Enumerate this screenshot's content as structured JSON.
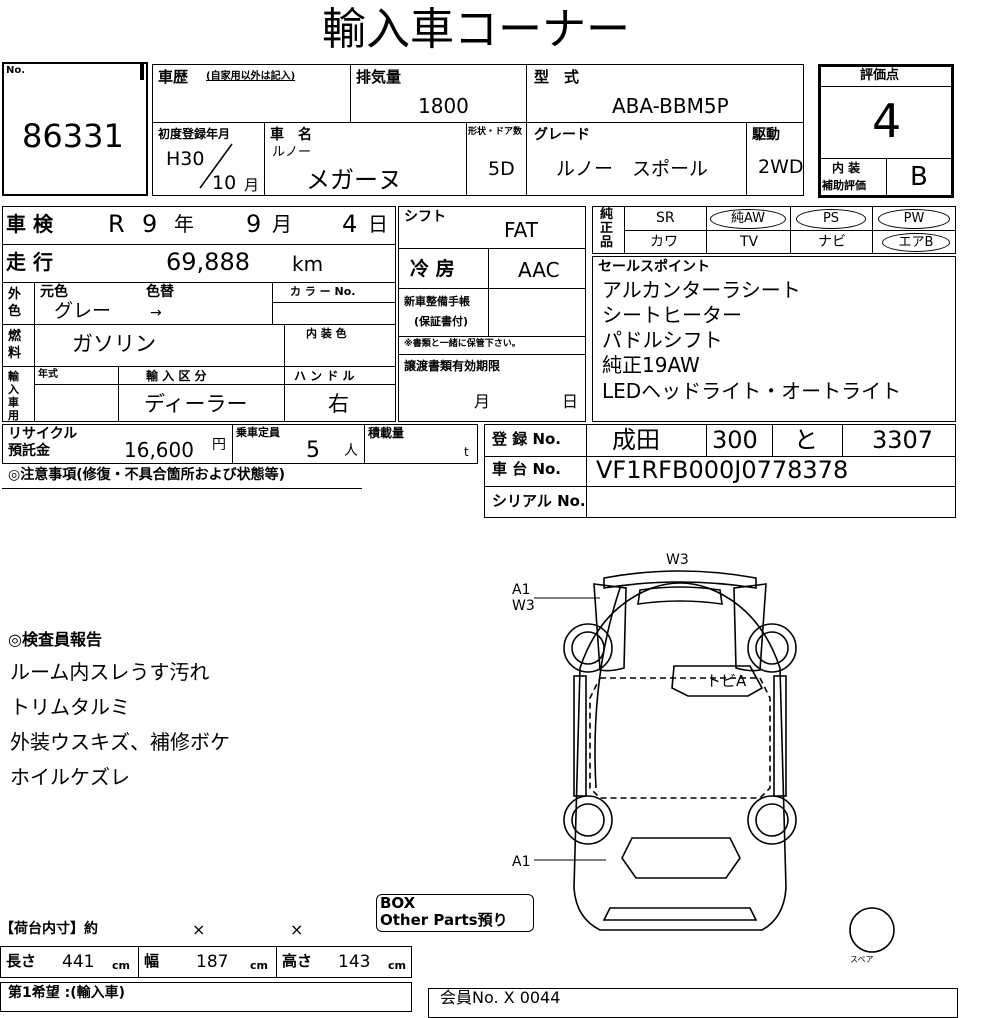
{
  "header": {
    "title": "輸入車コーナー"
  },
  "lot": {
    "no_label": "No.",
    "number": "86331"
  },
  "history": {
    "label": "車歴",
    "note": "(自家用以外は記入)"
  },
  "displacement": {
    "label": "排気量",
    "value": "1800"
  },
  "model": {
    "label": "型　式",
    "value": "ABA-BBM5P"
  },
  "grade_score": {
    "label": "評価点",
    "value": "4",
    "interior_label": "内 装\n補助評価",
    "interior_label_1": "内 装",
    "interior_label_2": "補助評価",
    "interior_value": "B"
  },
  "registration_date": {
    "label": "初度登録年月",
    "year": "H30",
    "month": "10",
    "month_unit": "月"
  },
  "car_name": {
    "label": "車　名",
    "maker": "ルノー",
    "name": "メガーヌ"
  },
  "body": {
    "label": "形状・ドア数",
    "value": "5D"
  },
  "grade": {
    "label": "グレード",
    "value": "ルノー　スポール"
  },
  "drive": {
    "label": "駆動",
    "value": "2WD"
  },
  "inspection": {
    "label": "車 検",
    "era": "R",
    "year": "9",
    "year_unit": "年",
    "month": "9",
    "month_unit": "月",
    "day": "4",
    "day_unit": "日"
  },
  "mileage": {
    "label": "走 行",
    "value": "69,888",
    "unit": "km"
  },
  "exterior": {
    "side_label": "外色",
    "orig_label": "元色",
    "orig_value": "グレー",
    "change_label": "色替",
    "change_value": "→",
    "color_no_label": "カ ラ ー No."
  },
  "fuel": {
    "side_label": "燃料",
    "value": "ガソリン",
    "interior_color_label": "内 装 色"
  },
  "import": {
    "side_label": "輸入車用",
    "year_label": "年式",
    "type_label": "輸 入 区 分",
    "type_value": "ディーラー",
    "handle_label": "ハ ン ド ル",
    "handle_value": "右"
  },
  "shift": {
    "label": "シフト",
    "value": "FAT"
  },
  "ac": {
    "label": "冷 房",
    "value": "AAC"
  },
  "manual": {
    "label_1": "新車整備手帳",
    "label_2": "(保証書付)",
    "note": "※書類と一緒に保管下さい。"
  },
  "transfer": {
    "label": "譲渡書類有効期限",
    "month_unit": "月",
    "day_unit": "日"
  },
  "genuine": {
    "label": "純正品",
    "options_row1": [
      "SR",
      "純AW",
      "PS",
      "PW"
    ],
    "options_row2": [
      "カワ",
      "TV",
      "ナビ",
      "エアB"
    ]
  },
  "sales_points": {
    "label": "セールスポイント",
    "items": [
      "アルカンターラシート",
      "シートヒーター",
      "パドルシフト",
      "純正19AW",
      "LEDヘッドライト・オートライト"
    ]
  },
  "recycle": {
    "label_1": "リサイクル",
    "label_2": "預託金",
    "value": "16,600",
    "unit": "円"
  },
  "capacity": {
    "label": "乗車定員",
    "value": "5",
    "unit": "人"
  },
  "load": {
    "label": "積載量",
    "unit": "t"
  },
  "plate": {
    "label": "登 録 No.",
    "place": "成田",
    "class": "300",
    "kana": "と",
    "number": "3307"
  },
  "chassis": {
    "label": "車 台 No.",
    "value": "VF1RFB000J0778378"
  },
  "serial": {
    "label": "シリアル No."
  },
  "notes": {
    "label": "◎注意事項(修復・不具合箇所および状態等)"
  },
  "inspector": {
    "label": "◎検査員報告",
    "items": [
      "ルーム内スレうす汚れ",
      "トリムタルミ",
      "外装ウスキズ、補修ボケ",
      "ホイルケズレ"
    ]
  },
  "diagram": {
    "marks": [
      "W3",
      "A1",
      "W3",
      "トビA",
      "A1"
    ],
    "box_line1": "BOX",
    "box_line2": "Other Parts預り",
    "spare": "スペア"
  },
  "cargo": {
    "label": "【荷台内寸】約",
    "x1": "×",
    "x2": "×"
  },
  "dimensions": {
    "length_label": "長さ",
    "length": "441",
    "width_label": "幅",
    "width": "187",
    "height_label": "高さ",
    "height": "143",
    "unit": "cm"
  },
  "bottom": {
    "wish": "第1希望 :(輸入車)",
    "member": "会員No. X 0044"
  }
}
